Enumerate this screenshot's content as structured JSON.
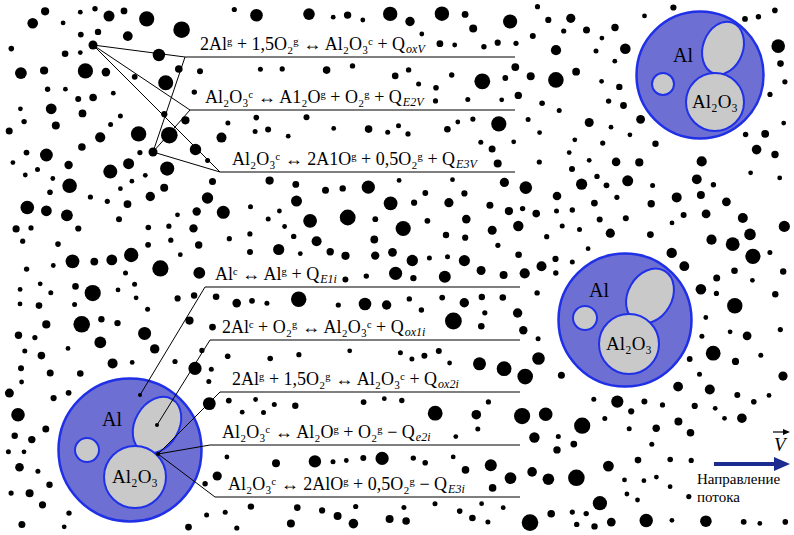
{
  "diagram": {
    "nodes": [
      {
        "text": [
          "Al"
        ]
      },
      {
        "text": [
          "Al₂O₃"
        ],
        "in": 0
      },
      {
        "text": [
          "Al"
        ]
      },
      {
        "text": [
          "Al₂O₃"
        ],
        "in": 2
      },
      {
        "text": [
          "Al"
        ]
      },
      {
        "text": [
          "Al₂O₃"
        ],
        "in": 4
      }
    ],
    "labels": [
      "2Alᵍ + 1,5O₂ᵍ ↔ Al₂O₃ᶜ + Q",
      "oxV",
      "Al₂O₃ᶜ ↔ A1₂Oᵍ + O₂ᵍ + Q",
      "E2V",
      "Al₂O₃ᶜ ↔ 2A1Oᵍ + 0,5O₂ᵍ + Q",
      "E3V",
      "Alᶜ ↔ Alᵍ + Q",
      "E1i",
      "2Alᶜ + O₂ᵍ ↔ Al₂O₃ᶜ + Q",
      "ox1i",
      "2Alᵍ + 1,5O₂ᵍ ↔ Al₂O₃ᶜ + Q",
      "ox2i",
      "Al₂O₃ᶜ ↔ Al₂Oᵍ + O₂ᵍ − Q",
      "e2i",
      "Al₂O₃ᶜ ↔ 2AlOᵍ + 0,5O₂ᵍ − Q",
      "E3i",
      "V",
      "Направление потока"
    ]
  }
}
